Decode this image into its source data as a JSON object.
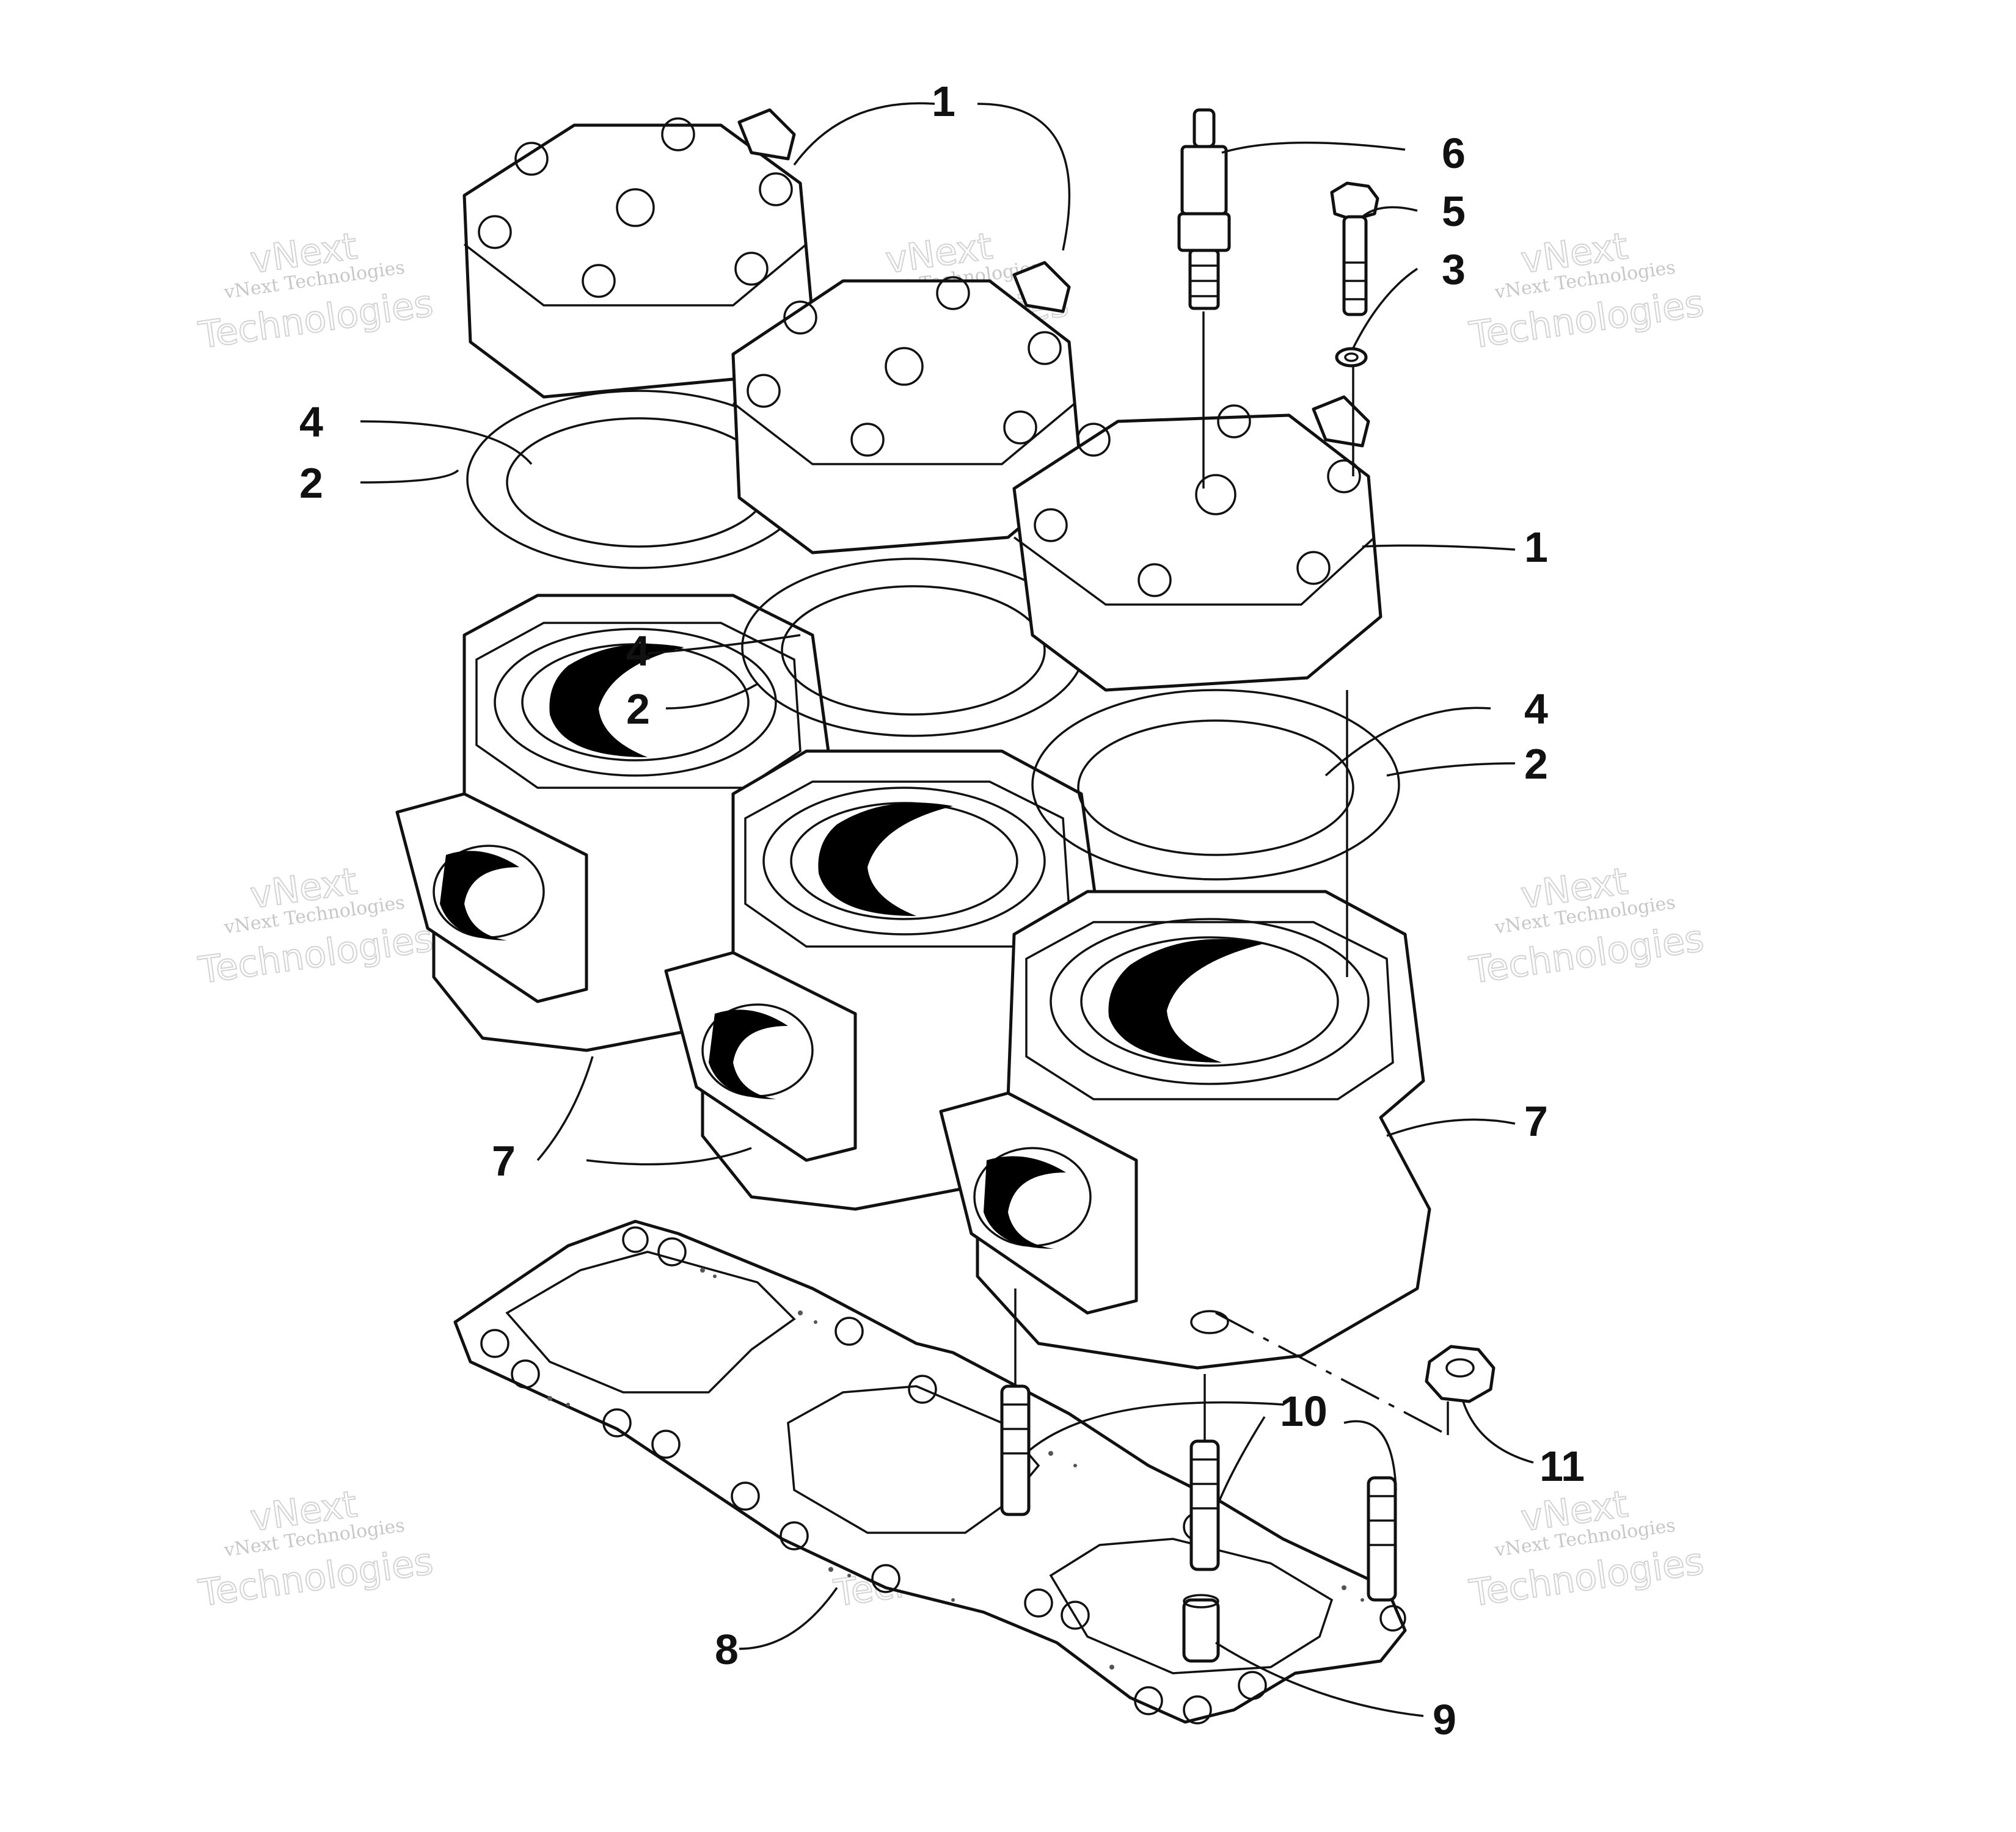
{
  "watermark": {
    "line1": "vNext Technologies",
    "line2": "vNext",
    "line3": "Technologies"
  },
  "callouts": {
    "c1_top": "1",
    "c1_right": "1",
    "c2_left": "2",
    "c2_mid": "2",
    "c2_right": "2",
    "c3": "3",
    "c4_left": "4",
    "c4_mid": "4",
    "c4_right": "4",
    "c5": "5",
    "c6": "6",
    "c7_left": "7",
    "c7_right": "7",
    "c8": "8",
    "c9": "9",
    "c10": "10",
    "c11": "11"
  }
}
